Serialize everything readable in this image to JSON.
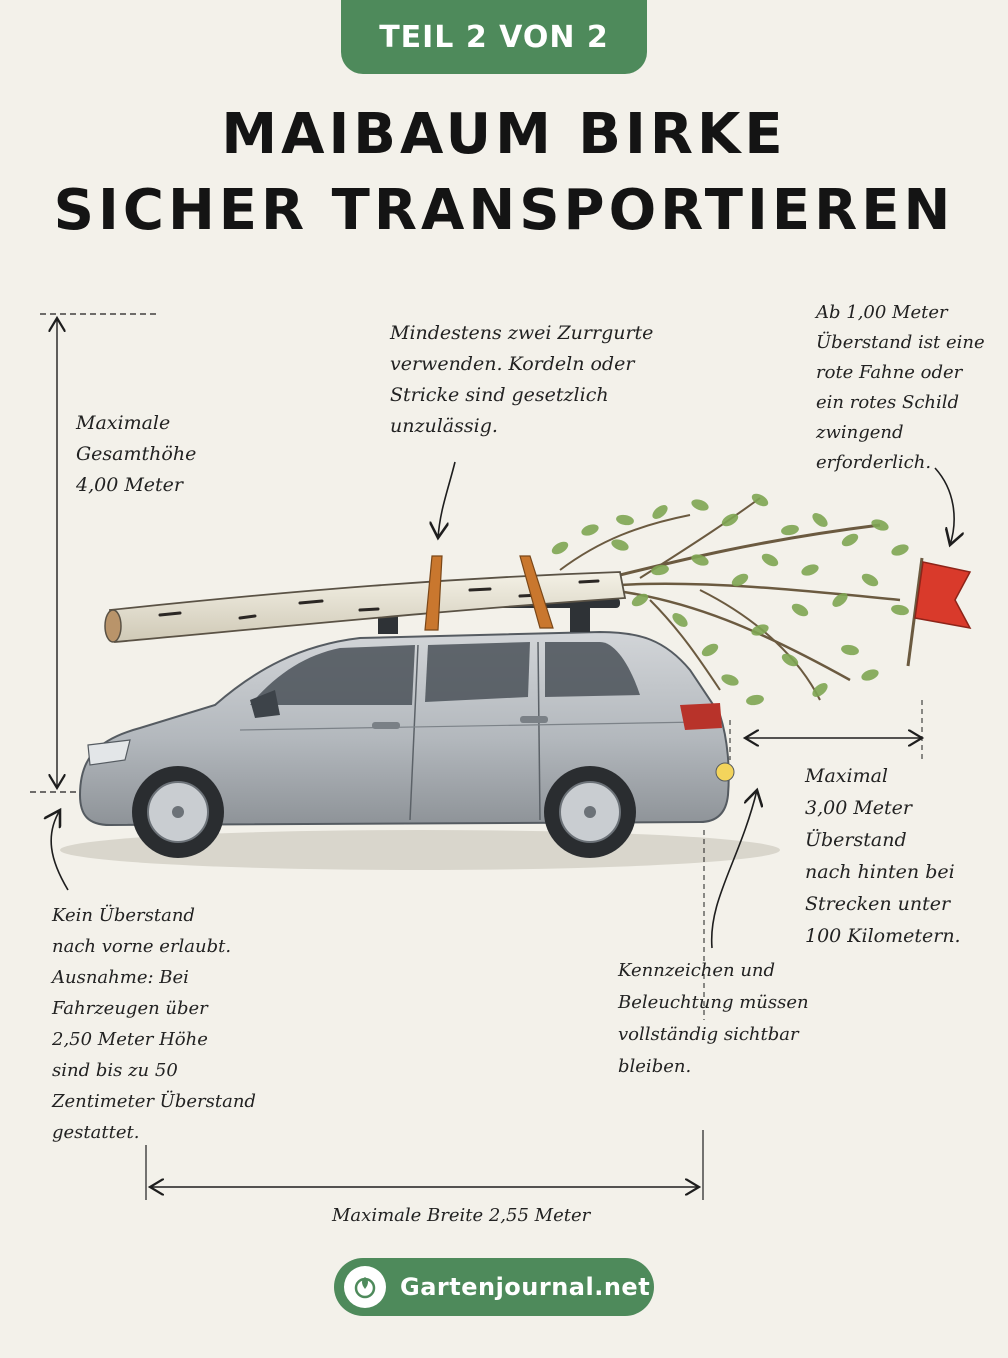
{
  "badge": "TEIL 2 VON 2",
  "title": {
    "line1": "MAIBAUM BIRKE",
    "line2": "SICHER TRANSPORTIEREN"
  },
  "notes": {
    "height": "Maximale\nGesamthöhe\n4,00 Meter",
    "straps": "Mindestens zwei Zurrgurte\nverwenden. Kordeln oder\nStricke sind gesetzlich\nunzulässig.",
    "flag": "Ab 1,00 Meter\nÜberstand ist eine\nrote Fahne oder\nein rotes Schild\nzwingend\nerforderlich.",
    "rear": "Maximal\n3,00 Meter\nÜberstand\nnach hinten bei\nStrecken unter\n100 Kilometern.",
    "front": "Kein Überstand\nnach vorne erlaubt.\nAusnahme: Bei\nFahrzeugen über\n2,50 Meter Höhe\nsind bis zu 50\nZentimeter Überstand\ngestattet.",
    "lights": "Kennzeichen und\nBeleuchtung müssen\nvollständig sichtbar\nbleiben.",
    "width": "Maximale Breite 2,55 Meter"
  },
  "footer": {
    "brand": "Gartenjournal.net"
  },
  "colors": {
    "brand_green": "#4e8a5b",
    "flag_red": "#d93a2b",
    "strap_orange": "#c9772e",
    "car_silver": "#b8bdc2",
    "leaf_green": "#7fa653"
  }
}
